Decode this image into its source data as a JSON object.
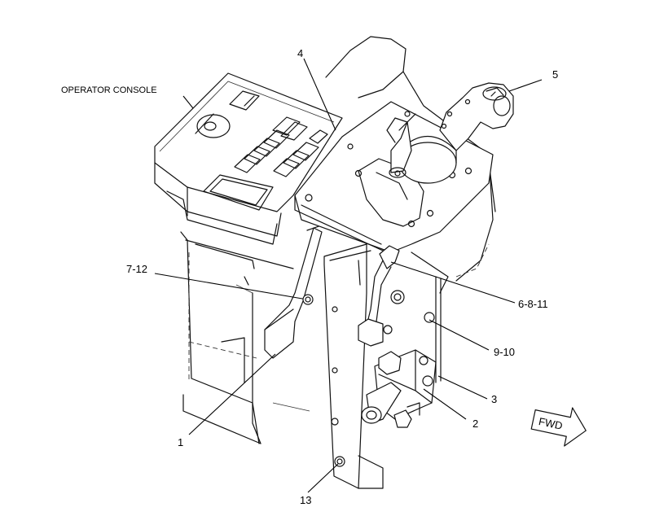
{
  "labels": {
    "console": "OPERATOR CONSOLE",
    "part_4": "4",
    "part_5": "5",
    "part_7_12": "7-12",
    "part_6_8_11": "6-8-11",
    "part_9_10": "9-10",
    "part_3": "3",
    "part_2": "2",
    "part_1": "1",
    "part_13": "13",
    "fwd": "FWD"
  }
}
